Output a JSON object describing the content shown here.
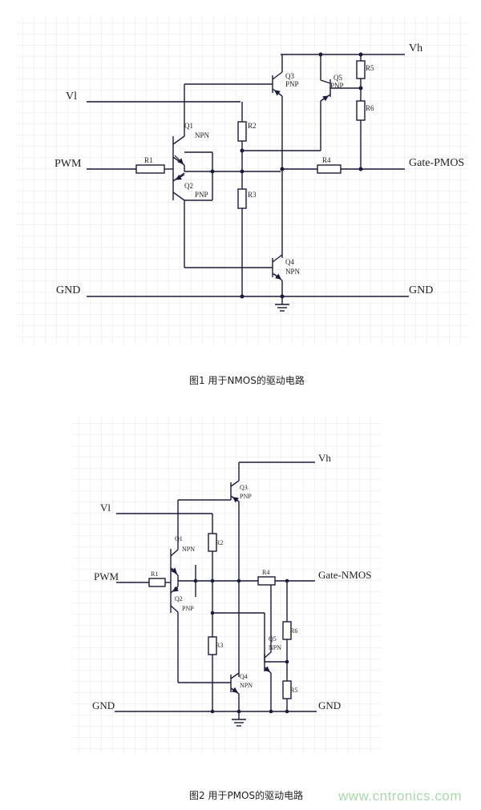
{
  "figure1": {
    "caption": "图1  用于NMOS的驱动电路",
    "labels": {
      "vh": "Vh",
      "vl": "Vl",
      "pwm": "PWM",
      "gnd_left": "GND",
      "gnd_right": "GND",
      "gate": "Gate-PMOS",
      "q1": "Q1",
      "q1_type": "NPN",
      "q2": "Q2",
      "q2_type": "PNP",
      "q3": "Q3",
      "q3_type": "PNP",
      "q4": "Q4",
      "q4_type": "NPN",
      "q5": "Q5",
      "q5_type": "PNP",
      "r1": "R1",
      "r2": "R2",
      "r3": "R3",
      "r4": "R4",
      "r5": "R5",
      "r6": "R6"
    }
  },
  "figure2": {
    "caption": "图2  用于PMOS的驱动电路",
    "labels": {
      "vh": "Vh",
      "vl": "Vl",
      "pwm": "PWM",
      "gnd_left": "GND",
      "gnd_right": "GND",
      "gate": "Gate-NMOS",
      "q1": "Q1",
      "q1_type": "NPN",
      "q2": "Q2",
      "q2_type": "PNP",
      "q3": "Q3",
      "q3_type": "PNP",
      "q4": "Q4",
      "q4_type": "NPN",
      "q5": "Q5",
      "q5_type": "NPN",
      "r1": "R1",
      "r2": "R2",
      "r3": "R3",
      "r4": "R4",
      "r5": "R5",
      "r6": "R6"
    }
  },
  "watermark": "www.cntronics.com",
  "colors": {
    "wire": "#1a1a3a",
    "grid": "#e6e6e6",
    "component": "#ffffff"
  }
}
